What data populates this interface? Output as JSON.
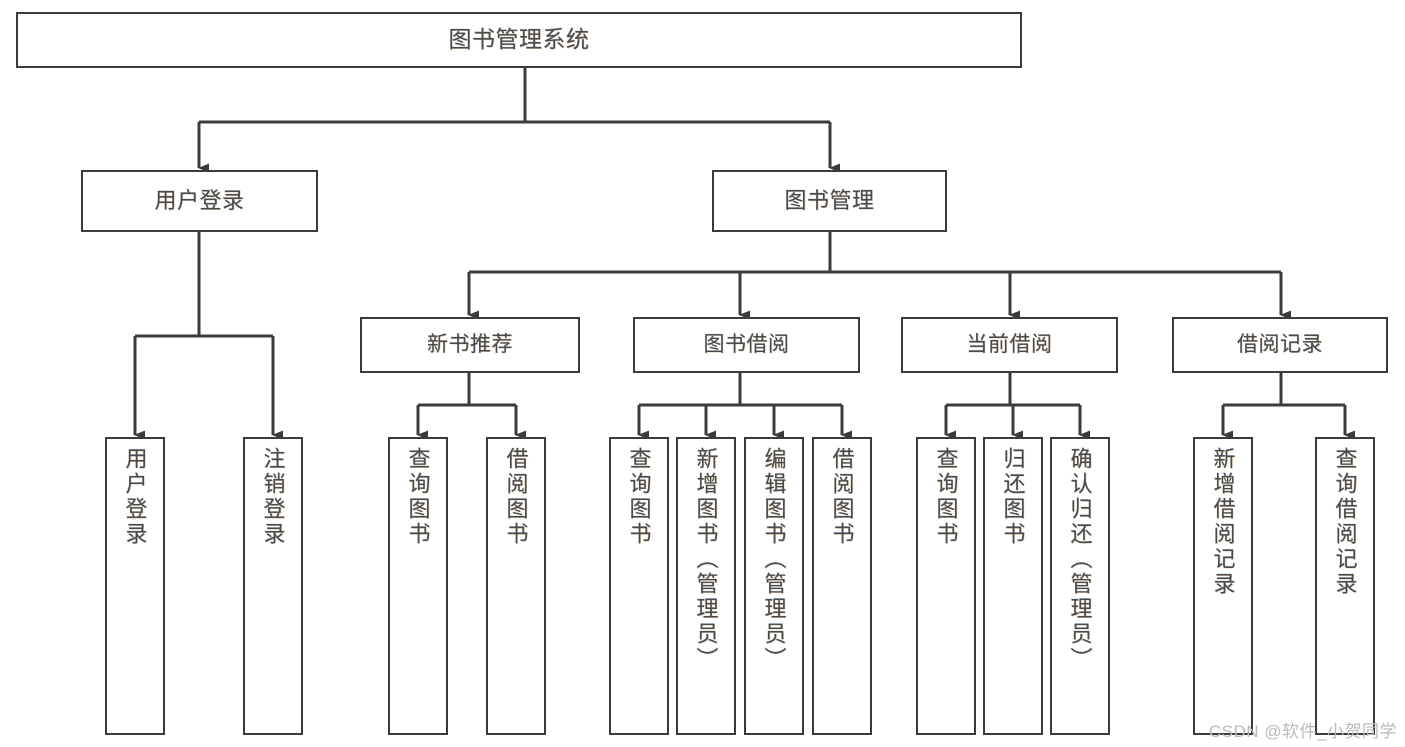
{
  "diagram": {
    "title": "图书管理系统",
    "type": "hierarchy-tree",
    "watermark": "CSDN @软件_小贺同学",
    "colors": {
      "border": "#3b3b3b",
      "text": "#4a4a4a",
      "background": "#ffffff",
      "watermark": "#b9b9b9"
    },
    "root": {
      "label": "图书管理系统"
    },
    "level2": [
      {
        "label": "用户登录"
      },
      {
        "label": "图书管理"
      }
    ],
    "level3": [
      {
        "label": "新书推荐"
      },
      {
        "label": "图书借阅"
      },
      {
        "label": "当前借阅"
      },
      {
        "label": "借阅记录"
      }
    ],
    "leaves": {
      "user_login": [
        {
          "label": "用户登录"
        },
        {
          "label": "注销登录"
        }
      ],
      "new_book_recommend": [
        {
          "label": "查询图书"
        },
        {
          "label": "借阅图书"
        }
      ],
      "book_borrow": [
        {
          "label": "查询图书"
        },
        {
          "label": "新增图书（管理员）"
        },
        {
          "label": "编辑图书（管理员）"
        },
        {
          "label": "借阅图书"
        }
      ],
      "current_borrow": [
        {
          "label": "查询图书"
        },
        {
          "label": "归还图书"
        },
        {
          "label": "确认归还（管理员）"
        }
      ],
      "borrow_record": [
        {
          "label": "新增借阅记录"
        },
        {
          "label": "查询借阅记录"
        }
      ]
    }
  }
}
